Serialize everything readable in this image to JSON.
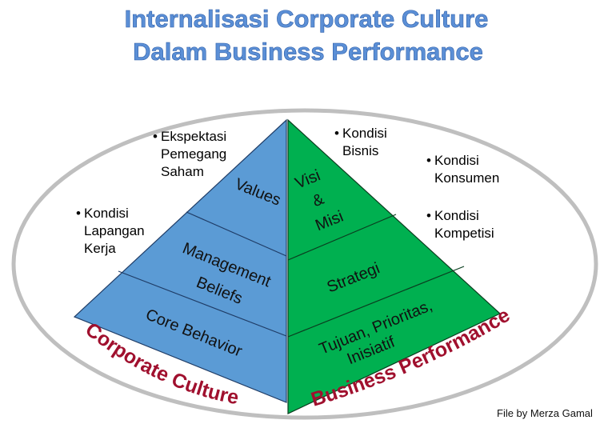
{
  "title": {
    "line1": "Internalisasi Corporate Culture",
    "line2": "Dalam Business Performance"
  },
  "left_pyramid": {
    "name": "Corporate Culture",
    "color": "#5b9bd5",
    "layers": [
      {
        "label": "Values"
      },
      {
        "label_line1": "Management",
        "label_line2": "Beliefs"
      },
      {
        "label": "Core Behavior"
      }
    ]
  },
  "right_pyramid": {
    "name": "Business Performance",
    "color": "#00b050",
    "layers": [
      {
        "label_line1": "Visi",
        "label_line2": "&",
        "label_line3": "Misi"
      },
      {
        "label": "Strategi"
      },
      {
        "label_line1": "Tujuan, Prioritas,",
        "label_line2": "Inisiatif"
      }
    ]
  },
  "left_notes": [
    {
      "lines": [
        "Ekspektasi",
        "Pemegang",
        "Saham"
      ]
    },
    {
      "lines": [
        "Kondisi",
        "Lapangan",
        "Kerja"
      ]
    }
  ],
  "right_notes": [
    {
      "lines": [
        "Kondisi",
        "Bisnis"
      ]
    },
    {
      "lines": [
        "Kondisi",
        "Konsumen"
      ]
    },
    {
      "lines": [
        "Kondisi",
        "Kompetisi"
      ]
    }
  ],
  "bullet_char": "•",
  "credit": "File by Merza Gamal",
  "colors": {
    "title": "#5b8fd6",
    "arc_text": "#a0102e",
    "ellipse": "#bfbfbf"
  }
}
